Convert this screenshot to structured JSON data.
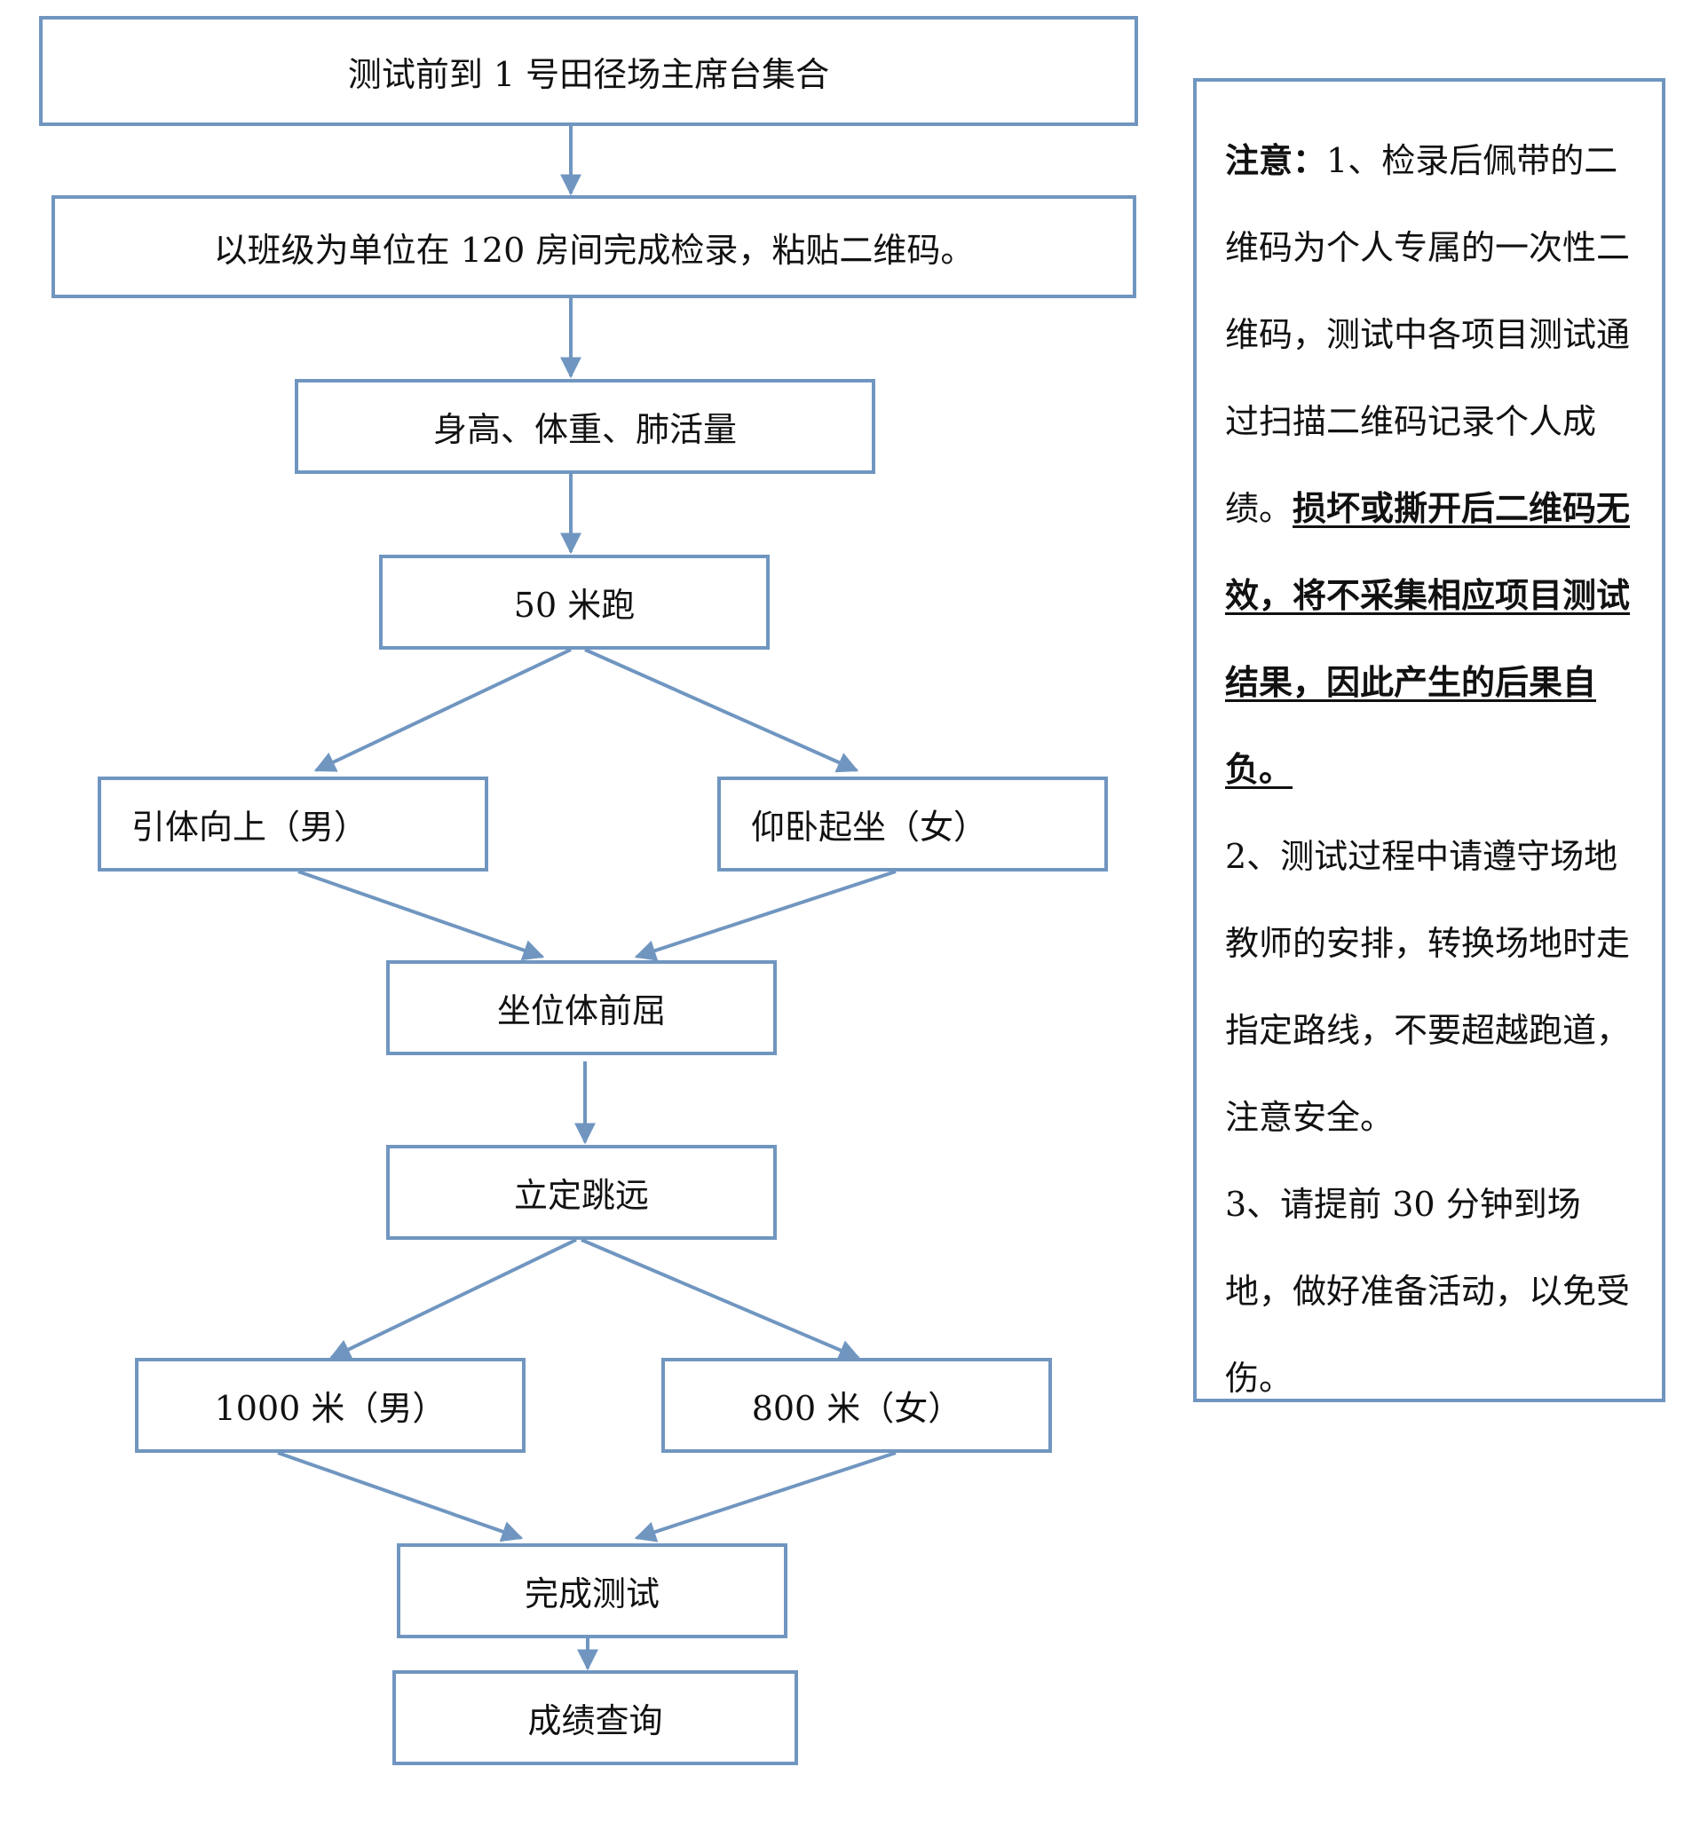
{
  "colors": {
    "border": "#7096c0",
    "arrow": "#7096c0"
  },
  "flow": {
    "start": "测试前到 1 号田径场主席台集合",
    "checkin": "以班级为单位在 120 房间完成检录，粘贴二维码。",
    "body_measure": "身高、体重、肺活量",
    "run50": "50 米跑",
    "pullup": "引体向上（男）",
    "situp": "仰卧起坐（女）",
    "sit_reach": "坐位体前屈",
    "long_jump": "立定跳远",
    "run1000": "1000 米（男）",
    "run800": "800 米（女）",
    "finish": "完成测试",
    "query": "成绩查询"
  },
  "notes": {
    "label": "注意：",
    "n1_text": "1、检录后佩带的二维码为个人专属的一次性二维码，测试中各项目测试通过扫描二维码记录个人成绩。",
    "n1_warning": "损坏或撕开后二维码无效，将不采集相应项目测试结果，因此产生的后果自负。",
    "n2": "2、测试过程中请遵守场地教师的安排，转换场地时走指定路线，不要超越跑道，注意安全。",
    "n3": "3、请提前 30 分钟到场地，做好准备活动，以免受伤。"
  }
}
